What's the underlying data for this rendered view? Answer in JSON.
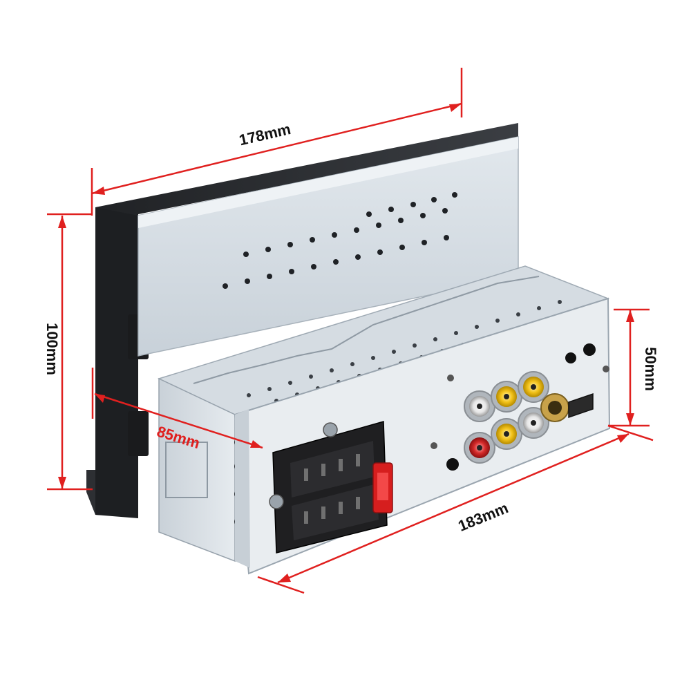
{
  "colors": {
    "dimension_line": "#e0201f",
    "text": "#111111",
    "label_red": "#e0201f",
    "metal_light": "#d9e0e6",
    "metal_mid": "#c3ccd4",
    "metal_dark": "#9aa6b0",
    "bezel": "#2b2d30",
    "connector": "#222222",
    "fuse": "#d61e1e",
    "rca_red": "#d42a2a",
    "rca_yellow": "#f2c21a",
    "rca_white": "#f4f4f4",
    "usb": "#2a2a2a"
  },
  "dimensions": {
    "width_top": "178mm",
    "height_left": "100mm",
    "depth_chassis": "85mm",
    "height_right": "50mm",
    "depth_bottom": "183mm"
  }
}
